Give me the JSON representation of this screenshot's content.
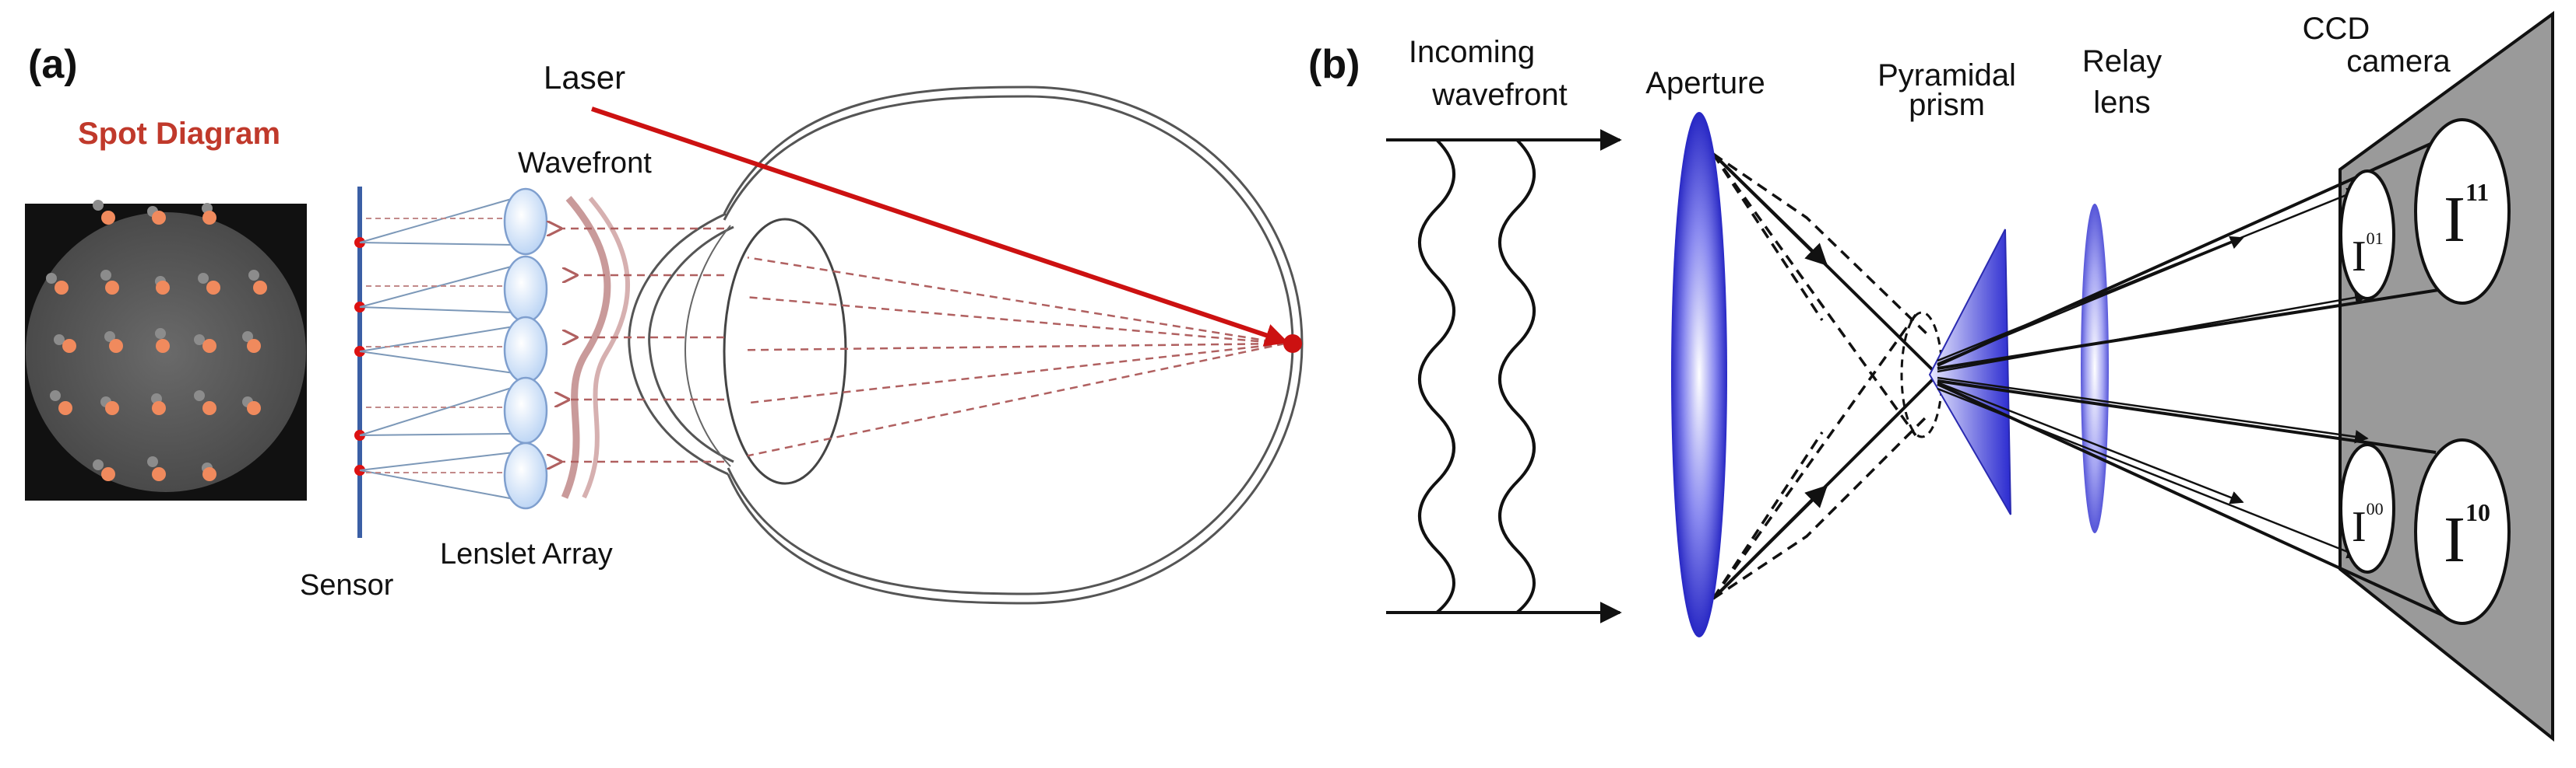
{
  "panel_a": {
    "tag": "(a)",
    "spot_diagram_title": "Spot Diagram",
    "laser_label": "Laser",
    "wavefront_label": "Wavefront",
    "lenslet_label": "Lenslet Array",
    "sensor_label": "Sensor"
  },
  "panel_b": {
    "tag": "(b)",
    "incoming_line1": "Incoming",
    "incoming_line2": "wavefront",
    "aperture_label": "Aperture",
    "prism_line1": "Pyramidal",
    "prism_line2": "prism",
    "relay_line1": "Relay",
    "relay_line2": "lens",
    "ccd_line1": "CCD",
    "ccd_line2": "camera",
    "quad_labels": {
      "i01": {
        "base": "I",
        "sup": "01"
      },
      "i11": {
        "base": "I",
        "sup": "11"
      },
      "i00": {
        "base": "I",
        "sup": "00"
      },
      "i10": {
        "base": "I",
        "sup": "10"
      }
    }
  },
  "colors": {
    "laser": "#cc1111",
    "spot": "#f08a5d",
    "spot_grey": "#8c8c8c",
    "spot_title": "#c0392b",
    "lenslet": "#c7dcf7",
    "aperture_blue": "#3a3ad6",
    "ccd_grey": "#9a9a9a"
  }
}
